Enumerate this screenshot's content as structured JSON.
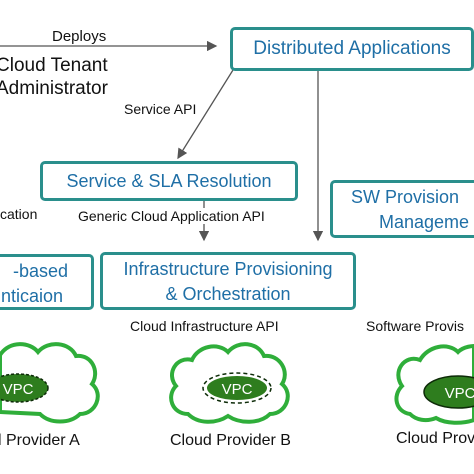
{
  "labels": {
    "deploys": "Deploys",
    "service_api": "Service API",
    "generic_api": "Generic Cloud Application API",
    "infra_api": "Cloud Infrastructure API",
    "software_api": "Software Provis",
    "left_cut": "cation"
  },
  "actor": {
    "line1": "Cloud Tenant",
    "line2": "Administrator"
  },
  "boxes": {
    "distributed_apps": "Distributed Applications",
    "service_sla": "Service & SLA Resolution",
    "sw_line1": "SW Provision",
    "sw_line2": "Manageme",
    "auth_line1": "-based",
    "auth_line2": "nticaion",
    "infra_line1": "Infrastructure Provisioning",
    "infra_line2": "& Orchestration"
  },
  "providers": {
    "a": "l Provider A",
    "b": "Cloud Provider B",
    "c": "Cloud Provide"
  },
  "vpc": {
    "a": "VPC",
    "b": "VPC",
    "c": "VPC"
  },
  "colors": {
    "box_border": "#2a8f8c",
    "box_text": "#1f6fa6",
    "cloud_border": "#2fae3a",
    "vpc_fill": "#2e7d1e",
    "arrow": "#555555"
  }
}
